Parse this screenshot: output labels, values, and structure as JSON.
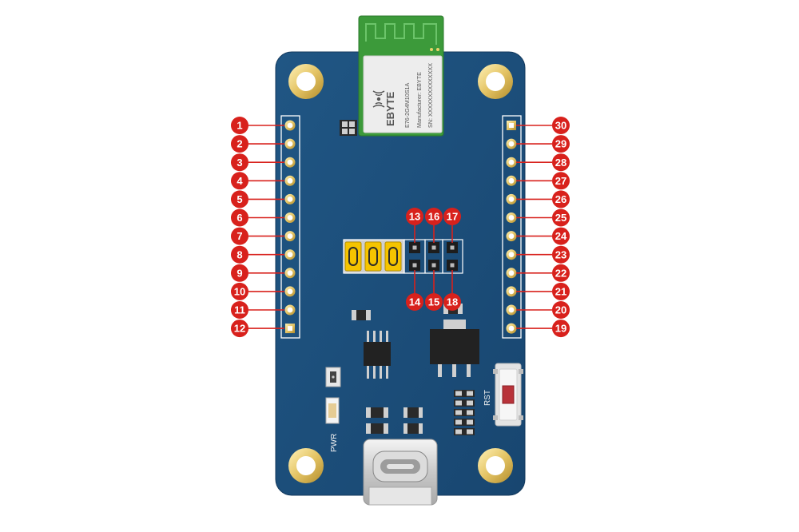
{
  "module": {
    "brand": "EBYTE",
    "model": "E76-2G4M10S1A",
    "manufacturer": "Manufacturer: EBYTE",
    "serial": "SN: XXXXXXXXXXXXXX"
  },
  "silkscreen": {
    "rst": "RST",
    "pwr": "PWR"
  },
  "pins_left": [
    "1",
    "2",
    "3",
    "4",
    "5",
    "6",
    "7",
    "8",
    "9",
    "10",
    "11",
    "12"
  ],
  "pins_right": [
    "30",
    "29",
    "28",
    "27",
    "26",
    "25",
    "24",
    "23",
    "22",
    "21",
    "20",
    "19"
  ],
  "jumpers_top": [
    "13",
    "16",
    "17"
  ],
  "jumpers_bottom": [
    "14",
    "15",
    "18"
  ],
  "colors": {
    "board": "#1c4e7a",
    "label": "#d8211c",
    "pad_gold": "#e3c46a",
    "jumper_cap": "#f5c400",
    "module_pcb": "#3f9a3a"
  }
}
